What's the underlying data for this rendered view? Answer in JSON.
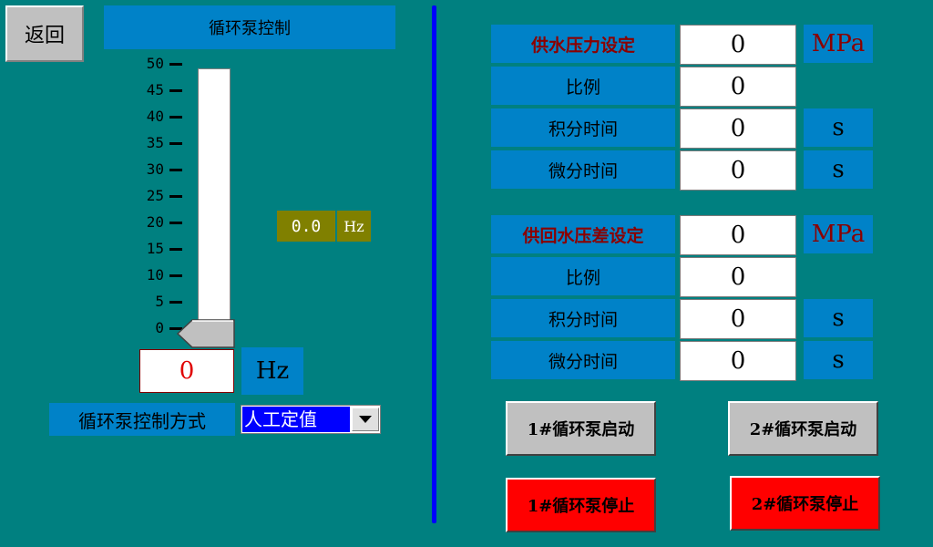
{
  "left": {
    "back_label": "返回",
    "title": "循环泵控制",
    "scale_ticks": [
      "50",
      "45",
      "40",
      "35",
      "30",
      "25",
      "20",
      "15",
      "10",
      "5",
      "0"
    ],
    "hz_display": "0.0",
    "hz_unit_small": "Hz",
    "freq_input_value": "0",
    "freq_unit": "Hz",
    "mode_label": "循环泵控制方式",
    "mode_selected": "人工定值",
    "slider_level": 0
  },
  "right": {
    "group1": {
      "title": "供水压力设定",
      "title_value": "0",
      "title_unit": "MPa",
      "rows": [
        {
          "label": "比例",
          "value": "0",
          "unit": ""
        },
        {
          "label": "积分时间",
          "value": "0",
          "unit": "s"
        },
        {
          "label": "微分时间",
          "value": "0",
          "unit": "s"
        }
      ]
    },
    "group2": {
      "title": "供回水压差设定",
      "title_value": "0",
      "title_unit": "MPa",
      "rows": [
        {
          "label": "比例",
          "value": "0",
          "unit": ""
        },
        {
          "label": "积分时间",
          "value": "0",
          "unit": "s"
        },
        {
          "label": "微分时间",
          "value": "0",
          "unit": "s"
        }
      ]
    },
    "buttons": {
      "pump1_start": "1#循环泵启动",
      "pump2_start": "2#循环泵启动",
      "pump1_stop": "1#循环泵停止",
      "pump2_stop": "2#循环泵停止"
    }
  },
  "colors": {
    "background": "#008080",
    "label_blue": "#0082c8",
    "title_red": "#8b0000",
    "stop_red": "#ff0000",
    "divider_blue": "#0000ff",
    "hz_olive": "#808000"
  }
}
